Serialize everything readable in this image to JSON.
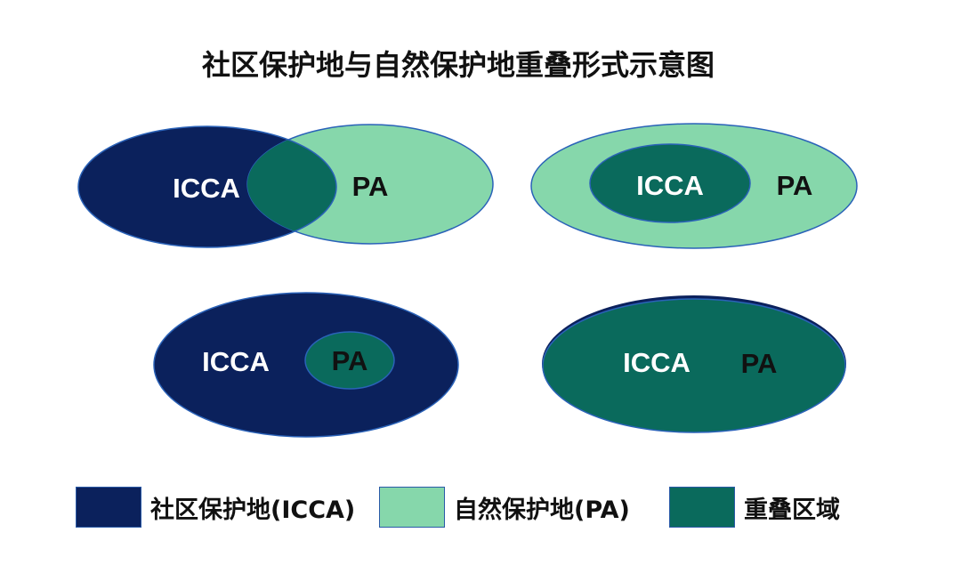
{
  "title": "社区保护地与自然保护地重叠形式示意图",
  "colors": {
    "icca": "#0b215c",
    "pa": "#86d7ab",
    "overlap": "#0a6a5c",
    "outline": "#2a62b8"
  },
  "diagrams": [
    {
      "icca_label": "ICCA",
      "pa_label": "PA"
    },
    {
      "icca_label": "ICCA",
      "pa_label": "PA"
    },
    {
      "icca_label": "ICCA",
      "pa_label": "PA"
    },
    {
      "icca_label": "ICCA",
      "pa_label": "PA"
    }
  ],
  "legend": [
    {
      "label": "社区保护地(ICCA)",
      "color": "#0b215c"
    },
    {
      "label": "自然保护地(PA)",
      "color": "#86d7ab"
    },
    {
      "label": "重叠区域",
      "color": "#0a6a5c"
    }
  ]
}
